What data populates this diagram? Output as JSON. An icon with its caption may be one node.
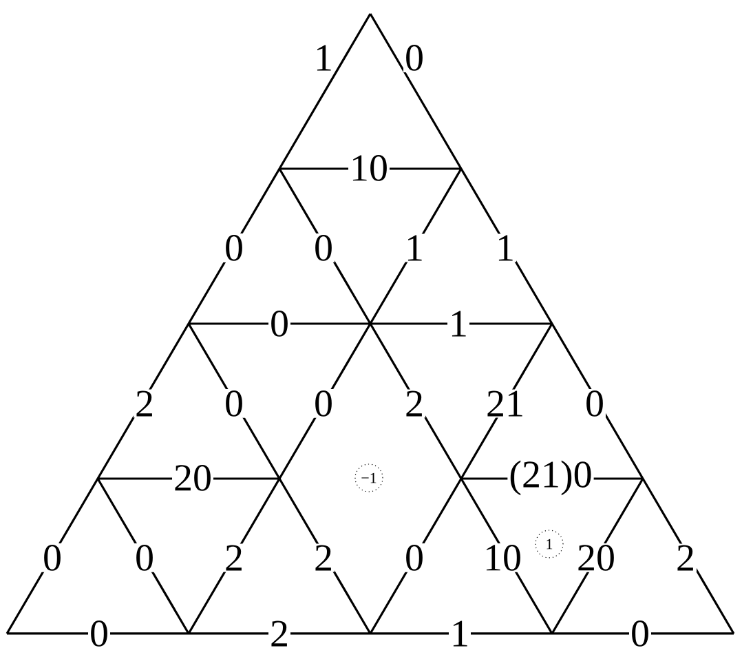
{
  "diagram": {
    "labels": [
      "1",
      "0",
      "10",
      "0",
      "0",
      "1",
      "1",
      "0",
      "1",
      "2",
      "0",
      "0",
      "2",
      "21",
      "0",
      "20",
      "−1",
      "(21)0",
      "0",
      "0",
      "2",
      "2",
      "0",
      "10",
      "1",
      "20",
      "2",
      "0",
      "2",
      "1",
      "0"
    ]
  }
}
